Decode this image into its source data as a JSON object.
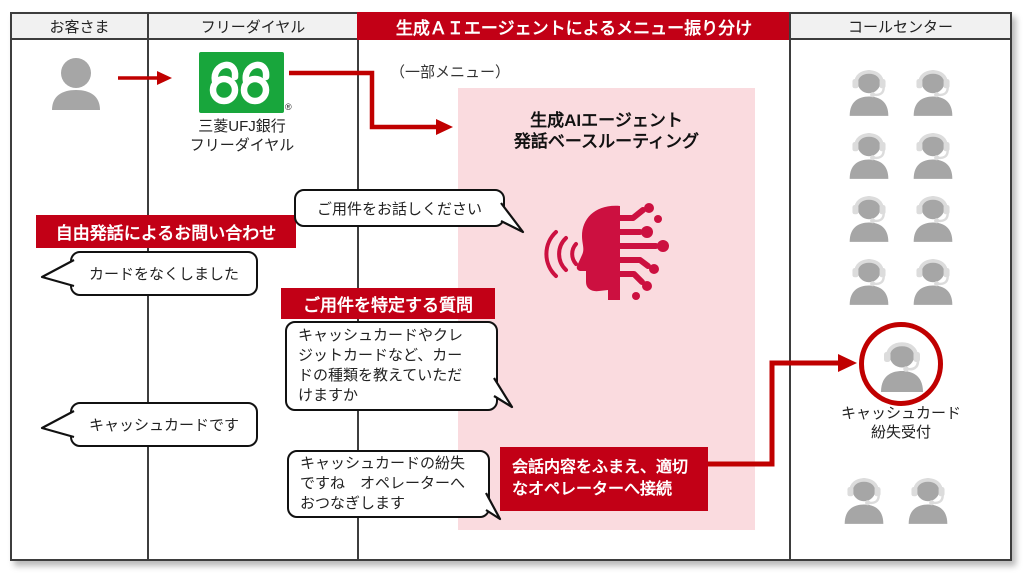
{
  "headers": {
    "customer": "お客さま",
    "freedial": "フリーダイヤル",
    "ai_menu": "生成ＡＩエージェントによるメニュー振り分け",
    "callcenter": "コールセンター"
  },
  "freedial": {
    "brand": "三菱UFJ銀行\nフリーダイヤル",
    "registered_mark": "®"
  },
  "ai_section": {
    "partial_menu_note": "（一部メニュー）",
    "routing_title": "生成AIエージェント\n発話ベースルーティング"
  },
  "labels": {
    "free_speech_inquiry": "自由発話によるお問い合わせ",
    "clarifying_question": "ご用件を特定する質問",
    "connect_to_operator": "会話内容をふまえ、適切\nなオペレーターへ接続"
  },
  "bubbles": {
    "ai_prompt": "ご用件をお話しください",
    "customer_lost_card": "カードをなくしました",
    "ai_card_type_question": "キャッシュカードやクレ\nジットカードなど、カー\nドの種類を教えていただ\nけますか",
    "customer_cash_card": "キャッシュカードです",
    "ai_transfer_notice": "キャッシュカードの紛失\nですね　オペレーターへ\nおつなぎします"
  },
  "callcenter": {
    "circled_operator_label": "キャッシュカード\n紛失受付"
  },
  "colors": {
    "accent_red": "#c20016",
    "arrow_red": "#c00000",
    "ai_crimson": "#cc1040",
    "pink_panel": "#fadbdf",
    "freedial_green": "#18a63c",
    "icon_gray": "#a6a6a6"
  }
}
